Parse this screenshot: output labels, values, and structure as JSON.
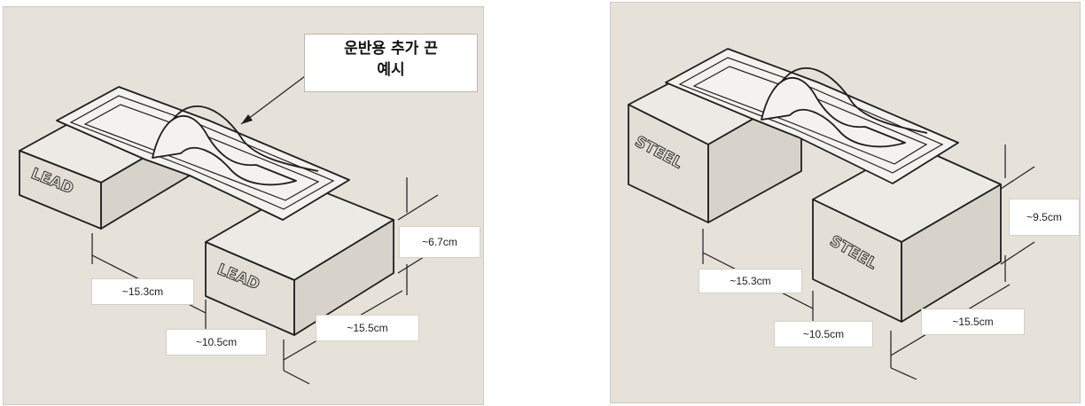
{
  "lead_diagram": {
    "callout_line1": "운반용 추가 끈",
    "callout_line2": "예시",
    "material_label": "LEAD",
    "dim_height": "~6.7cm",
    "dim_length": "~15.3cm",
    "dim_width": "~10.5cm",
    "dim_depth": "~15.5cm"
  },
  "steel_diagram": {
    "material_label": "STEEL",
    "dim_height": "~9.5cm",
    "dim_length": "~15.3cm",
    "dim_width": "~10.5cm",
    "dim_depth": "~15.5cm"
  },
  "colors": {
    "panel_background": "#e6e2da",
    "line": "#1e1e1e",
    "label_background": "#ffffff"
  }
}
